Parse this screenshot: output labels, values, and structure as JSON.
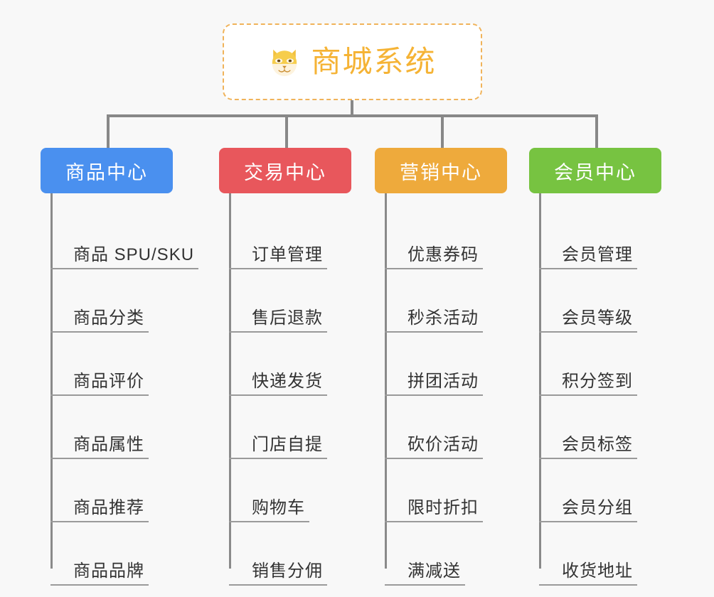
{
  "background_color": "#f8f8f8",
  "root": {
    "icon": "shiba-dog-face-emoji",
    "title": "商城系统",
    "color": "#f5b335",
    "border_color": "#f0b35a"
  },
  "branches": [
    {
      "title": "商品中心",
      "color": "#4a90ef",
      "items": [
        "商品 SPU/SKU",
        "商品分类",
        "商品评价",
        "商品属性",
        "商品推荐",
        "商品品牌"
      ]
    },
    {
      "title": "交易中心",
      "color": "#e8575c",
      "items": [
        "订单管理",
        "售后退款",
        "快递发货",
        "门店自提",
        "购物车",
        "销售分佣"
      ]
    },
    {
      "title": "营销中心",
      "color": "#eeaa3c",
      "items": [
        "优惠券码",
        "秒杀活动",
        "拼团活动",
        "砍价活动",
        "限时折扣",
        "满减送"
      ]
    },
    {
      "title": "会员中心",
      "color": "#77c341",
      "items": [
        "会员管理",
        "会员等级",
        "积分签到",
        "会员标签",
        "会员分组",
        "收货地址"
      ]
    }
  ]
}
